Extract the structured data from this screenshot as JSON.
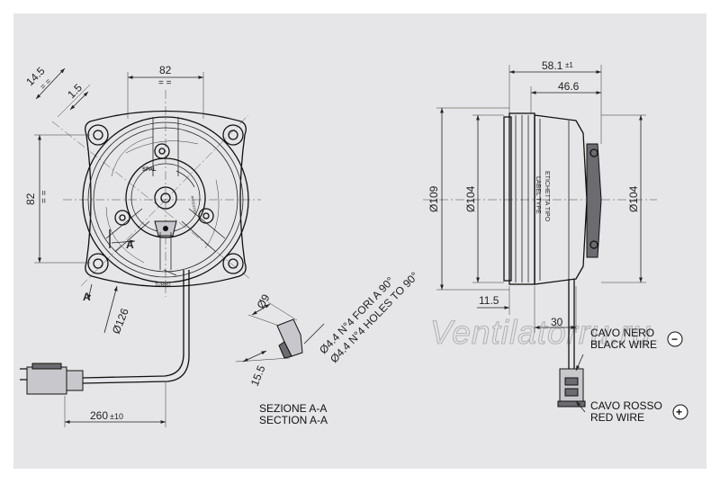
{
  "front_view": {
    "dim_width": "82",
    "dim_height": "82",
    "dim_offset": "14.5",
    "dim_gap": "1.5",
    "dim_outer_dia": "Ø126",
    "section_mark": "A",
    "section_mark_2": "A",
    "logo_text": "SPAL",
    "hub_text": "PATENTED",
    "base_text": "TURBO"
  },
  "cable": {
    "length_value": "260",
    "length_tol": "±10"
  },
  "section": {
    "dim_dia": "Ø9",
    "dim_depth": "15.5",
    "holes_it": "Ø4.4 N°4 FORI A 90°",
    "holes_en": "Ø4.4 N°4 HOLES TO 90°",
    "title_it": "SEZIONE A-A",
    "title_en": "SECTION A-A"
  },
  "side_view": {
    "dim_total": "58.1",
    "dim_total_tol": "±1",
    "dim_body": "46.6",
    "dim_d109": "Ø109",
    "dim_d104_left": "Ø104",
    "dim_d104_right": "Ø104",
    "dim_11_5": "11.5",
    "dim_30": "30",
    "label_it": "ETICHETTA TIPO",
    "label_en": "LABEL TYPE"
  },
  "wires": {
    "black_it": "CAVO NERO",
    "black_en": "BLACK WIRE",
    "black_symbol": "−",
    "red_it": "CAVO ROSSO",
    "red_en": "RED WIRE",
    "red_symbol": "+"
  },
  "watermark": "Ventilatorru.ru"
}
